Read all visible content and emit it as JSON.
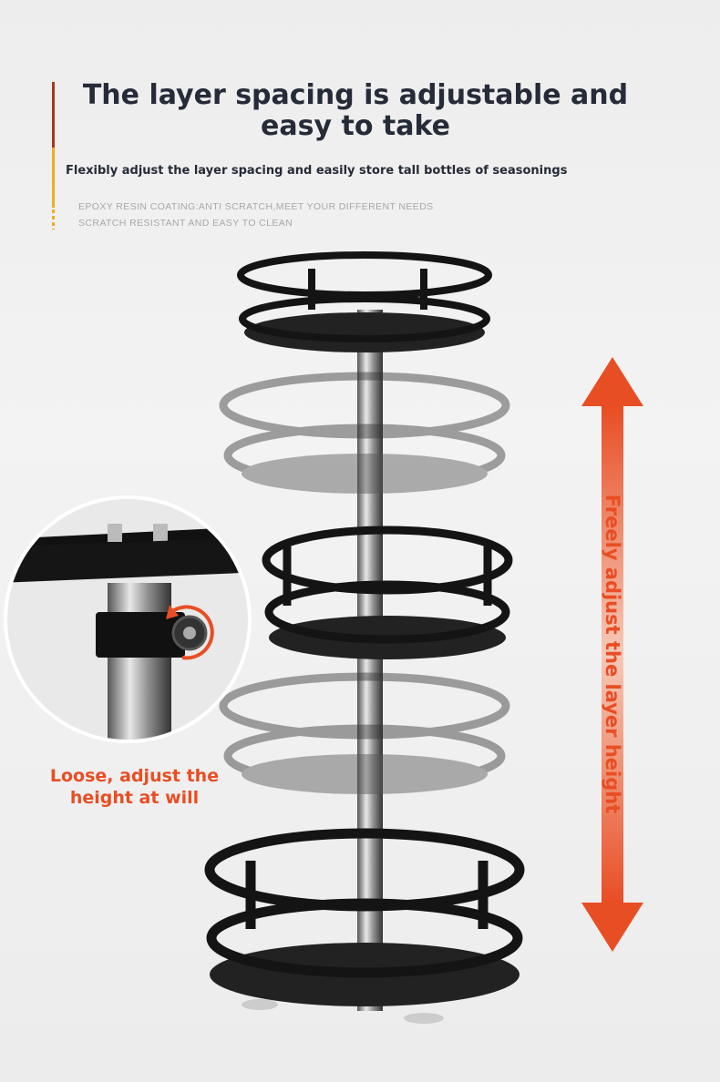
{
  "header": {
    "title": "The layer spacing is adjustable and easy to take",
    "subtitle": "Flexibly adjust the layer spacing and easily store tall bottles of seasonings",
    "features": [
      "EPOXY RESIN COATING:ANTI SCRATCH,MEET YOUR DIFFERENT NEEDS",
      "SCRATCH RESISTANT AND EASY TO CLEAN"
    ]
  },
  "annotations": {
    "arrow_label": "Freely adjust the layer height",
    "inset_caption": "Loose, adjust the height at will"
  },
  "colors": {
    "accent": "#e84e24",
    "title": "#262b38",
    "bar_red": "#a8361f",
    "bar_yellow": "#efae1e"
  }
}
